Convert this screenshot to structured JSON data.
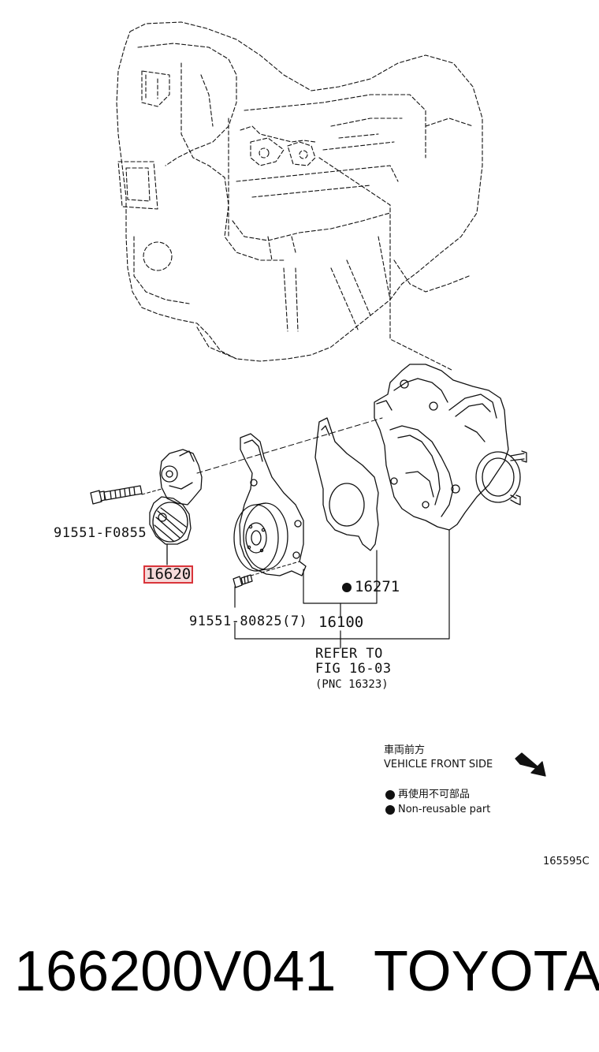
{
  "callouts": {
    "bolt_a": "91551-F0855",
    "tensioner": "16620",
    "bolt_b": "91551-80825(7)",
    "gasket": "16271",
    "pump": "16100",
    "refer_line1": "REFER TO",
    "refer_line2": "FIG 16-03",
    "refer_line3": "(PNC 16323)"
  },
  "legend": {
    "front_jp": "車両前方",
    "front_en": "VEHICLE FRONT SIDE",
    "nonreuse_jp": "再使用不可部品",
    "nonreuse_en": "Non-reusable part"
  },
  "figure_code": "165595C",
  "footer": {
    "part_number": "166200V041",
    "brand": "TOYOTA"
  },
  "colors": {
    "highlight_border": "#d9343a",
    "line": "#111111"
  }
}
